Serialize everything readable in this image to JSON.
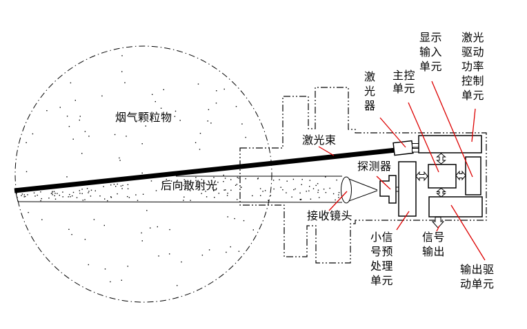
{
  "colors": {
    "line": "#000000",
    "leader": "#dd0000",
    "background": "#ffffff"
  },
  "labels": {
    "smoke_particles": "烟气颗粒物",
    "laser_beam": "激光束",
    "backscattered_light": "后向散射光",
    "receiving_lens": "接收镜头",
    "detector": "探测器",
    "laser": "激\n光\n器",
    "main_control_unit": "主控\n单元",
    "display_input_unit": "显示\n输入\n单元",
    "laser_drive_power_control_unit": "激光\n驱动\n功率\n控制\n单元",
    "small_signal_preprocessing_unit": "小信\n号预\n处理\n单元",
    "signal_output": "信号\n输出",
    "output_drive_unit": "输出驱\n动单元"
  }
}
